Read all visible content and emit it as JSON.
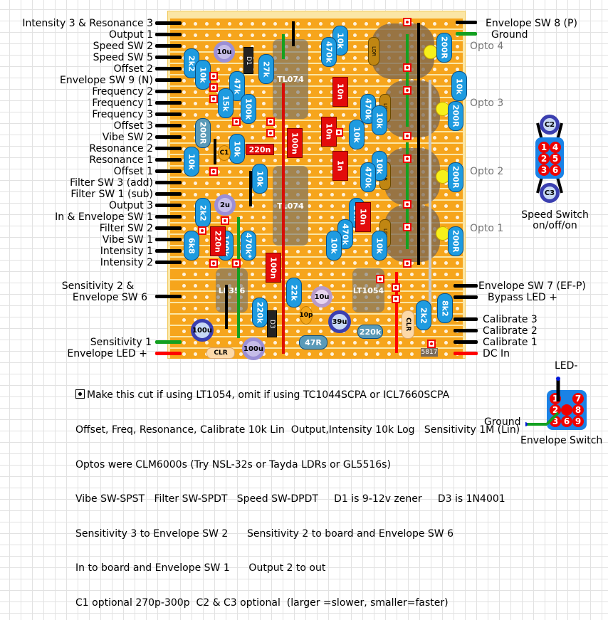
{
  "left_labels": [
    "Intensity 3 & Resonance 3",
    "Output 1",
    "Speed SW 2",
    "Speed SW 5",
    "Offset 2",
    "Envelope SW 9 (N)",
    "Frequency 2",
    "Frequency 1",
    "Frequency 3",
    "Offset 3",
    "Vibe SW 2",
    "Resonance 2",
    "Resonance 1",
    "Offset 1",
    "Filter SW 3 (add)",
    "Filter SW 1 (sub)",
    "Output 3",
    "In & Envelope SW 1",
    "Filter SW 2",
    "Vibe SW 1",
    "Intensity 1",
    "Intensity 2"
  ],
  "left_lower_labels": {
    "sens2_line1": "Sensitivity 2 &",
    "sens2_line2": "Envelope SW 6",
    "sens1": "Sensitivity 1",
    "env_led": "Envelope LED +"
  },
  "right_labels": {
    "env_sw8": "Envelope SW 8 (P)",
    "ground": "Ground",
    "env_sw7": "Envelope SW 7 (EF-P)",
    "bypass_led": "Bypass LED +",
    "cal3": "Calibrate 3",
    "cal2": "Calibrate 2",
    "cal1": "Calibrate 1",
    "dc_in": "DC In"
  },
  "opto_labels": [
    "Opto 4",
    "Opto 3",
    "Opto 2",
    "Opto 1"
  ],
  "speed_switch": {
    "label_line1": "Speed Switch",
    "label_line2": "on/off/on",
    "cap_top": "C2",
    "cap_bottom": "C3",
    "pins": [
      "1",
      "4",
      "2",
      "5",
      "3",
      "6"
    ]
  },
  "envelope_switch": {
    "label": "Envelope Switch",
    "led_label": "LED-",
    "ground_label": "Ground",
    "pins": [
      "1",
      "7",
      "2",
      "8",
      "3",
      "6",
      "9"
    ]
  },
  "components": {
    "ic1": "TL074",
    "ic2": "TL074",
    "ic3": "LF356",
    "ic4": "LT1054",
    "d1": "D1",
    "d3": "D3",
    "d_5817": "5817",
    "c1": "C1",
    "cap_10u_a": "10u",
    "cap_10u_b": "10u",
    "cap_2u": "2u",
    "cap_39u": "39u",
    "cap_100u_a": "100u",
    "cap_100u_b": "100u",
    "cap_10p": "10p",
    "clr_a": "CLR",
    "clr_b": "CLR",
    "ldr": "LDR",
    "resistors": [
      "2k2",
      "10k",
      "47k",
      "27k",
      "15k",
      "100k",
      "200R",
      "10k",
      "10k",
      "2k2",
      "220n",
      "100k",
      "470k*",
      "6k8",
      "22k",
      "220k",
      "47R",
      "220k",
      "2k2",
      "8k2",
      "10k",
      "470k",
      "200R",
      "470k",
      "10k",
      "200R",
      "10k",
      "470k",
      "10k",
      "200R",
      "10k",
      "470k",
      "10k",
      "10k",
      "470k",
      "10k"
    ],
    "film_caps": [
      "10n",
      "100n",
      "10n",
      "1n",
      "10n",
      "10n",
      "220n",
      "100n",
      "100n",
      "220n"
    ]
  },
  "notes": [
    {
      "icon": "cut-icon",
      "text": "Make this cut if using LT1054, omit if using TC1044SCPA or ICL7660SCPA"
    },
    {
      "text": "Offset, Freq, Resonance, Calibrate 10k Lin  Output,Intensity 10k Log   Sensitivity 1M (Lin)"
    },
    {
      "text": "Optos were CLM6000s (Try NSL-32s or Tayda LDRs or GL5516s)"
    },
    {
      "text": "Vibe SW-SPST   Filter SW-SPDT   Speed SW-DPDT     D1 is 9-12v zener     D3 is 1N4001"
    },
    {
      "text": "Sensitivity 3 to Envelope SW 2      Sensitivity 2 to board and Envelope SW 6"
    },
    {
      "text": "In to board and Envelope SW 1      Output 2 to out"
    },
    {
      "text": "C1 optional 270p-300p  C2 & C3 optional  (larger =slower, smaller=faster)"
    }
  ],
  "colors": {
    "strip": "#f6a51c",
    "board_bg": "#fbe6a5",
    "resistor": "#1e9be0",
    "film_cap": "#e30b0b",
    "ground_wire": "#13a020",
    "power_wire": "#f00000",
    "signal_wire": "#000000",
    "pin_dot": "#0018d8"
  }
}
